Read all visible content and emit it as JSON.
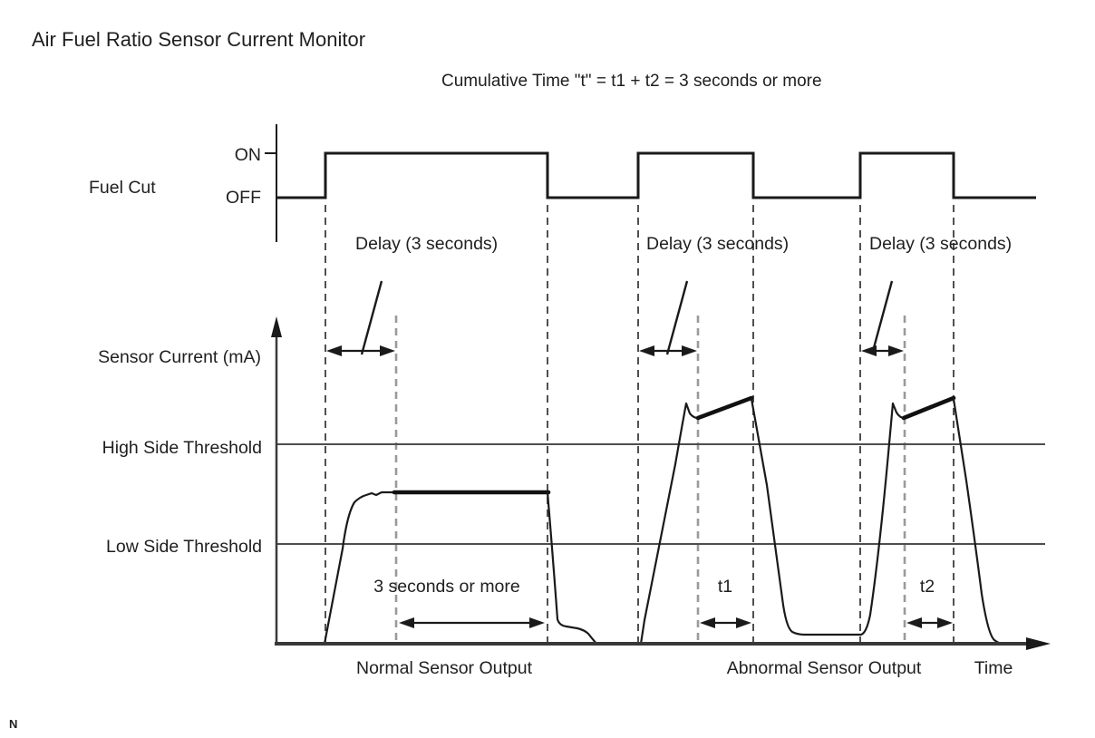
{
  "title": "Air Fuel Ratio Sensor Current Monitor",
  "subtitle": "Cumulative Time \"t\" = t1 + t2 = 3 seconds or more",
  "fuel_cut": {
    "label": "Fuel Cut",
    "on_label": "ON",
    "off_label": "OFF",
    "delay_labels": [
      "Delay (3 seconds)",
      "Delay (3 seconds)",
      "Delay (3 seconds)"
    ]
  },
  "sensor": {
    "axis_label": "Sensor Current (mA)",
    "high_threshold_label": "High Side Threshold",
    "low_threshold_label": "Low Side Threshold",
    "duration_label": "3 seconds or more",
    "t1_label": "t1",
    "t2_label": "t2"
  },
  "footer": {
    "normal_output_label": "Normal Sensor Output",
    "abnormal_output_label": "Abnormal Sensor Output",
    "time_axis_label": "Time",
    "page_marker": "N"
  },
  "colors": {
    "ink": "#1f1f1f",
    "threshold_line": "#4e4e4e",
    "pulse_edge_dash": "#3d3d3d",
    "delay_end_dash": "#9a9a9a",
    "background": "#ffffff"
  }
}
